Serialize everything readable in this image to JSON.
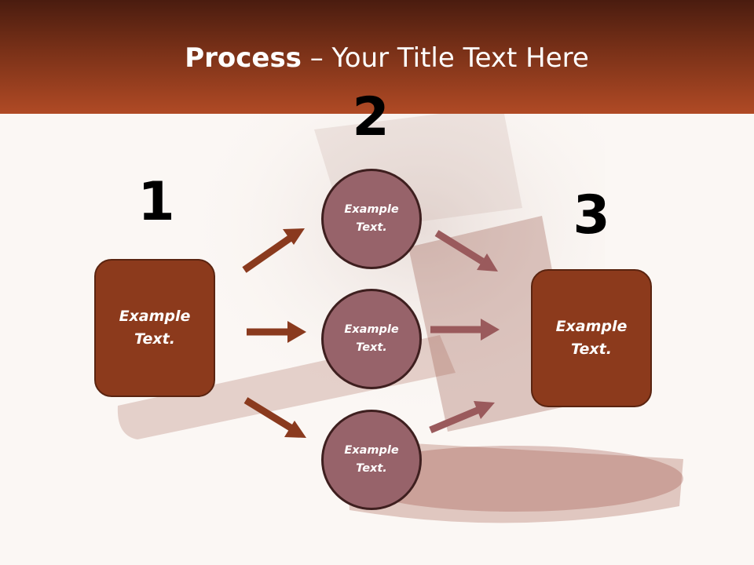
{
  "title": {
    "bold": "Process",
    "rest": " – Your Title Text Here"
  },
  "steps": {
    "one": "1",
    "two": "2",
    "three": "3"
  },
  "left_box": {
    "line1": "Example",
    "line2": "Text."
  },
  "right_box": {
    "line1": "Example",
    "line2": "Text."
  },
  "circles": [
    {
      "line1": "Example",
      "line2": "Text."
    },
    {
      "line1": "Example",
      "line2": "Text."
    },
    {
      "line1": "Example",
      "line2": "Text."
    }
  ],
  "colors": {
    "header_top": "#4a1c0f",
    "header_bottom": "#b04a25",
    "box_fill": "#8c3a1c",
    "circle_fill": "#97636a",
    "arrow_left": "#8a3a1e",
    "arrow_right": "#9a5a5c"
  }
}
